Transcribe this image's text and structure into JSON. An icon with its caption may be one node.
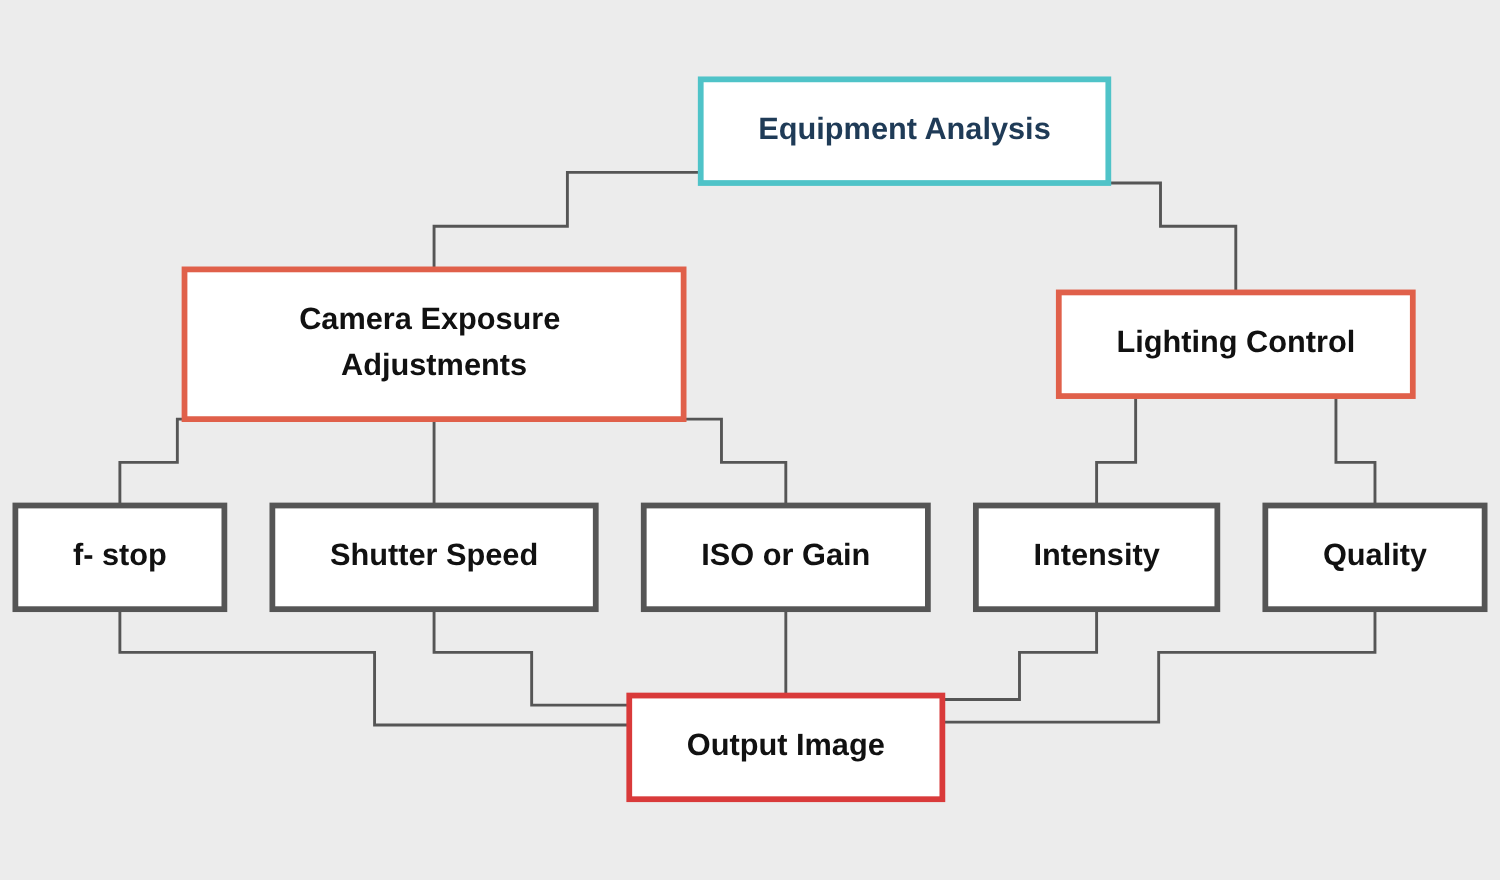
{
  "diagram": {
    "nodes": [
      {
        "text": [
          "Equipment Analysis"
        ]
      },
      {
        "text": [
          "Camera Exposure Adjustments"
        ]
      },
      {
        "text": [
          "Lighting Control"
        ]
      },
      {
        "text": [
          "f- stop"
        ]
      },
      {
        "text": [
          "Shutter Speed"
        ]
      },
      {
        "text": [
          "ISO or Gain"
        ]
      },
      {
        "text": [
          "Intensity"
        ]
      },
      {
        "text": [
          "Quality"
        ]
      },
      {
        "text": [
          "Output Image"
        ]
      }
    ],
    "edges": [
      {
        "from": 0,
        "to": 1,
        "arrow": "none"
      },
      {
        "from": 0,
        "to": 2,
        "arrow": "none"
      },
      {
        "from": 1,
        "to": 3,
        "arrow": "none"
      },
      {
        "from": 1,
        "to": 4,
        "arrow": "none"
      },
      {
        "from": 1,
        "to": 5,
        "arrow": "none"
      },
      {
        "from": 2,
        "to": 6,
        "arrow": "none"
      },
      {
        "from": 2,
        "to": 7,
        "arrow": "none"
      },
      {
        "from": 3,
        "to": 8,
        "arrow": "none"
      },
      {
        "from": 4,
        "to": 8,
        "arrow": "none"
      },
      {
        "from": 5,
        "to": 8,
        "arrow": "none"
      },
      {
        "from": 6,
        "to": 8,
        "arrow": "none"
      },
      {
        "from": 7,
        "to": 8,
        "arrow": "none"
      }
    ]
  }
}
